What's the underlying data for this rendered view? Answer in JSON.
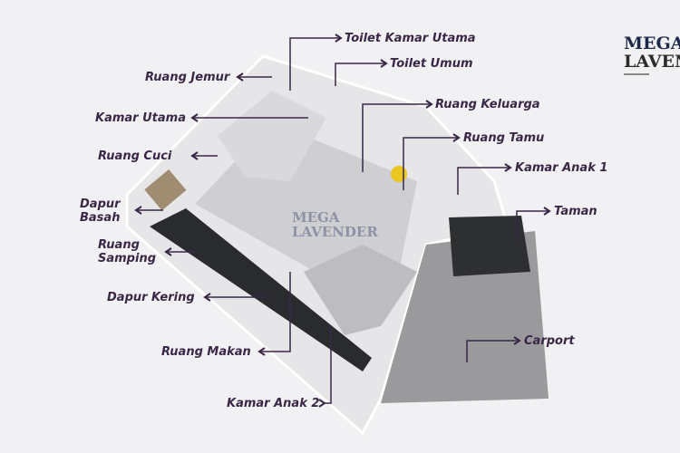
{
  "logo": {
    "line1": "MEGA",
    "line2": "LAVEN"
  },
  "watermark": {
    "line1": "MEGA",
    "line2": "LAVENDER"
  },
  "labels": {
    "toilet_kamar_utama": "Toilet Kamar Utama",
    "toilet_umum": "Toilet Umum",
    "ruang_jemur": "Ruang Jemur",
    "kamar_utama": "Kamar Utama",
    "ruang_keluarga": "Ruang Keluarga",
    "ruang_tamu": "Ruang Tamu",
    "ruang_cuci": "Ruang Cuci",
    "kamar_anak_1": "Kamar Anak 1",
    "dapur_basah_1": "Dapur",
    "dapur_basah_2": "Basah",
    "taman": "Taman",
    "ruang_samping_1": "Ruang",
    "ruang_samping_2": "Samping",
    "dapur_kering": "Dapur Kering",
    "carport": "Carport",
    "ruang_makan": "Ruang Makan",
    "kamar_anak_2": "Kamar Anak 2"
  },
  "colors": {
    "label": "#3a2747",
    "background": "#f1f0f2"
  }
}
